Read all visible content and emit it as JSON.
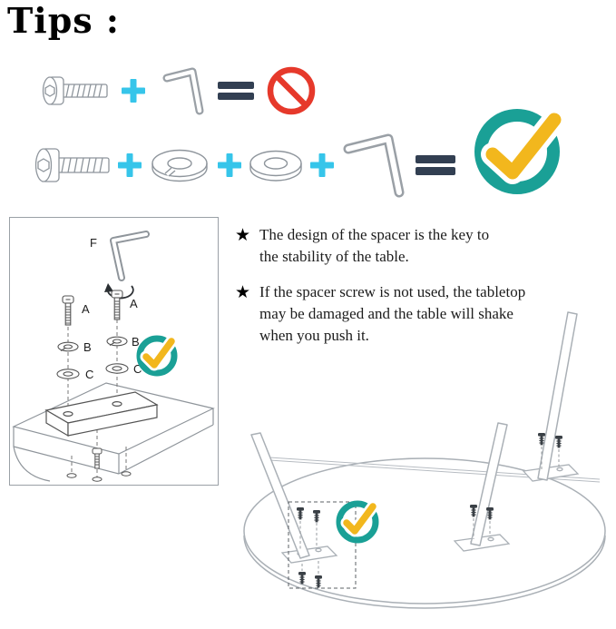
{
  "title": "Tips :",
  "colors": {
    "plus_cyan": "#36c5ea",
    "equals_navy": "#323f52",
    "prohibit_red": "#e6392b",
    "check_teal": "#1aa096",
    "check_yellow": "#f2b71d",
    "hardware_gray": "#8e959c",
    "furniture_gray": "#aab0b6"
  },
  "wrong_formula": {
    "icons": [
      "bolt-icon",
      "plus-icon",
      "hex-key-icon",
      "equals-icon",
      "prohibited-icon"
    ]
  },
  "right_formula": {
    "icons": [
      "bolt-icon",
      "plus-icon",
      "spring-washer-icon",
      "plus-icon",
      "flat-washer-icon",
      "plus-icon",
      "hex-key-icon",
      "equals-icon",
      "check-icon"
    ]
  },
  "detail_panel": {
    "labels": {
      "hex_key": "F",
      "screw": "A",
      "spring_washer": "B",
      "flat_washer": "C"
    }
  },
  "notes": {
    "bullet": "★",
    "items": [
      {
        "text": "The design of the spacer is the key to\nthe stability of the table."
      },
      {
        "text": "If the spacer screw is not used, the tabletop\nmay be damaged and the table will shake\nwhen you push it."
      }
    ]
  }
}
